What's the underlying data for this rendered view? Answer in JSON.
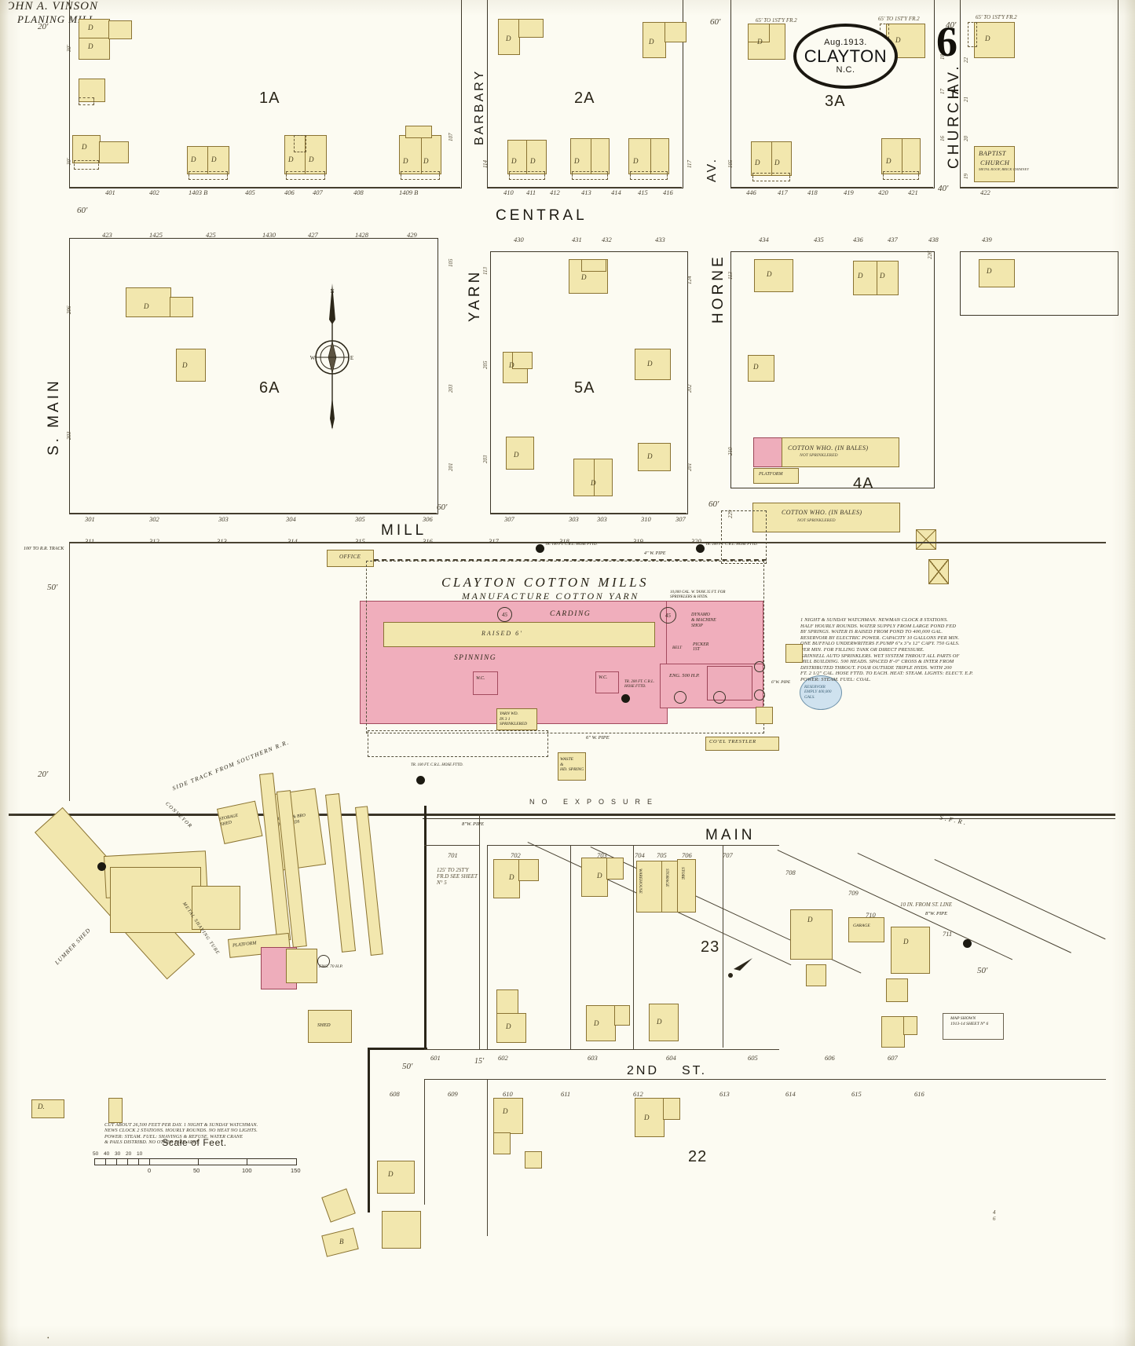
{
  "sheet": {
    "number": "6",
    "cartouche": {
      "date": "Aug.1913.",
      "city": "CLAYTON",
      "state": "N.C."
    }
  },
  "streets": [
    {
      "name": "CENTRAL",
      "orientation": "horizontal"
    },
    {
      "name": "MILL",
      "orientation": "horizontal"
    },
    {
      "name": "MAIN",
      "orientation": "horizontal"
    },
    {
      "name": "2ND",
      "orientation": "horizontal"
    },
    {
      "name": "ST.",
      "orientation": "horizontal"
    },
    {
      "name": "S. MAIN",
      "orientation": "vertical"
    },
    {
      "name": "YARN",
      "orientation": "vertical"
    },
    {
      "name": "HORNE",
      "orientation": "vertical"
    },
    {
      "name": "CHURCH",
      "orientation": "vertical"
    },
    {
      "name": "AV.",
      "orientation": "vertical"
    },
    {
      "name": "BARBARY",
      "orientation": "vertical"
    }
  ],
  "blocks": [
    {
      "label": "1A"
    },
    {
      "label": "2A"
    },
    {
      "label": "3A"
    },
    {
      "label": "6A"
    },
    {
      "label": "5A"
    },
    {
      "label": "4A"
    },
    {
      "label": "23"
    },
    {
      "label": "22"
    }
  ],
  "mill": {
    "title": "CLAYTON  COTTON  MILLS",
    "subtitle": "MANUFACTURE  COTTON  YARN",
    "rooms": [
      "CARDING",
      "SPINNING",
      "RAISED 6'",
      "W.C.",
      "W.C.",
      "ENG. 500 H.P.",
      "DYNAMO & MACHINE SHOP",
      "PICKER  1ST",
      "OFFICE",
      "YARN WD. IN 3 BUILDINGS",
      "WASTE & HD. SPRING"
    ],
    "notes": [
      "1 NIGHT & SUNDAY WATCHMAN. NEWMAN CLOCK 8 STATIONS.",
      "HALF HOURLY ROUNDS. WATER SUPPLY FROM LARGE POND FED",
      "BY SPRINGS. WATER IS RAISED FROM POND TO 400,000 GAL.",
      "RESERVOIR BY ELECTRIC POWER. CAPACITY 10 GALLONS PER MIN.",
      "ONE BUFFALO UNDERWRITERS F.PUMP 6\"x 3\"x 12\" CAPY. 750 GALS.",
      "PER MIN. FOR FILLING TANK OR DIRECT PRESSURE.",
      "GRINNELL AUTO SPRINKLERS. WET SYSTEM THROUT ALL PARTS OF",
      "MILL BUILDING. 500 HEADS. SPACED 8'-0\" CROSS & INTER FROM",
      "DISTRIBUTED THROUT. FOUR OUTSIDE TRIPLE HYDS. WITH 200",
      "FT. 2 1/2\" CAL. HOSE FTTD. TO EACH. HEAT: STEAM. LIGHTS: ELEC'T. E.P.",
      "POWER: STEAM. FUEL: COAL."
    ],
    "annotations": [
      "10,000 GAL. W. TANK 35 FT. FOR SPRINKLERS & HYDS.",
      "4\" W. PIPE",
      "6\" W. PIPE",
      "8\" W. PIPE",
      "CO'EL TRESTLER",
      "RESERVOIR EMPTY 400,000 GALS.",
      "TR. 100 FT. C.R.L. HOSE FTTD.",
      "TR. 200 FT. C.R.L. HOSE FTTD.",
      "TR. 100 FT. C.R.L. HOSE FTTD.",
      "SIDE TRACK FROM SOUTHERN R.R.",
      "100' TO R.R. TRACK",
      "NO  EXPOSURE"
    ]
  },
  "vinson": {
    "title_line1": "JOHN  A. VINSON",
    "title_line2": "PLANING  MILL",
    "notes": [
      "CUT ABOUT 26,500 FEET PER DAY. 1 NIGHT & SUNDAY WATCHMAN.",
      "NEWS CLOCK 2 STATIONS. HOURLY ROUNDS. NO HEAT NO LIGHTS.",
      "POWER: STEAM.  FUEL: SHAVINGS & REFUSE.  WATER CRANE",
      "& PAILS DISTRIBD.  NO OTHER FIRE APPS."
    ],
    "structures": [
      "LUMBER SHED",
      "PLANING MILL",
      "STORAGE SHED",
      "BRUSH & GRIND DRY SHEDS",
      "CONVEYOR",
      "PLATFORM",
      "METAL SHAVING TUBE",
      "SHED",
      "ENG. 70 H.P."
    ]
  },
  "warehouses": [
    {
      "label": "COTTON WHO.  (IN BALES)",
      "sub": "NOT SPRINKLERED"
    },
    {
      "label": "COTTON WHO.  (IN BALES)",
      "sub": "NOT SPRINKLERED"
    },
    {
      "label": "PLATFORM",
      "sub": ""
    }
  ],
  "church": {
    "name": "BAPTIST",
    "name2": "CHURCH",
    "sub": "METAL ROOF, BRICK CHIMNEY"
  },
  "scale": {
    "title": "Scale of Feet.",
    "left_ticks": [
      "50",
      "40",
      "30",
      "20",
      "10"
    ],
    "right_ticks": [
      "0",
      "50",
      "100",
      "150"
    ]
  },
  "lot_numbers": {
    "central_north": [
      "401",
      "402",
      "1403 B",
      "405",
      "406",
      "407",
      "408",
      "1409 B",
      "410",
      "411",
      "412",
      "413",
      "414",
      "415",
      "416",
      "446",
      "417",
      "418",
      "419",
      "420",
      "421",
      "422"
    ],
    "central_south": [
      "423",
      "1425",
      "425",
      "1430",
      "427",
      "1428",
      "429",
      "430",
      "431",
      "432",
      "433",
      "434",
      "435",
      "436",
      "437",
      "438",
      "439"
    ],
    "mill_north": [
      "301",
      "302",
      "303",
      "304",
      "305",
      "306",
      "307",
      "303",
      "303",
      "310",
      "307"
    ],
    "mill_south": [
      "311",
      "312",
      "313",
      "314",
      "315",
      "316",
      "317",
      "318",
      "319",
      "320"
    ],
    "main_row": [
      "701",
      "702",
      "703",
      "704",
      "705",
      "706",
      "707",
      "708",
      "709",
      "710",
      "711"
    ],
    "second_row": [
      "601",
      "602",
      "603",
      "604",
      "605",
      "606",
      "607",
      "608",
      "609",
      "610",
      "611",
      "612",
      "613",
      "614",
      "615",
      "616"
    ]
  },
  "dimension_notes": [
    "20'",
    "60'",
    "40'",
    "50'",
    "15'",
    "65' TO 1ST'Y FR.2",
    "65' TO 1ST'Y FR.2",
    "125' TO 2ST'Y FR.D SEE SHEET N° 5",
    "S.F.R."
  ],
  "colors": {
    "paper": "#fcfbf2",
    "frame_building": "#f2e7ae",
    "brick_building": "#f0aebc",
    "ink": "#2c2719",
    "water": "#cfe2ef"
  }
}
